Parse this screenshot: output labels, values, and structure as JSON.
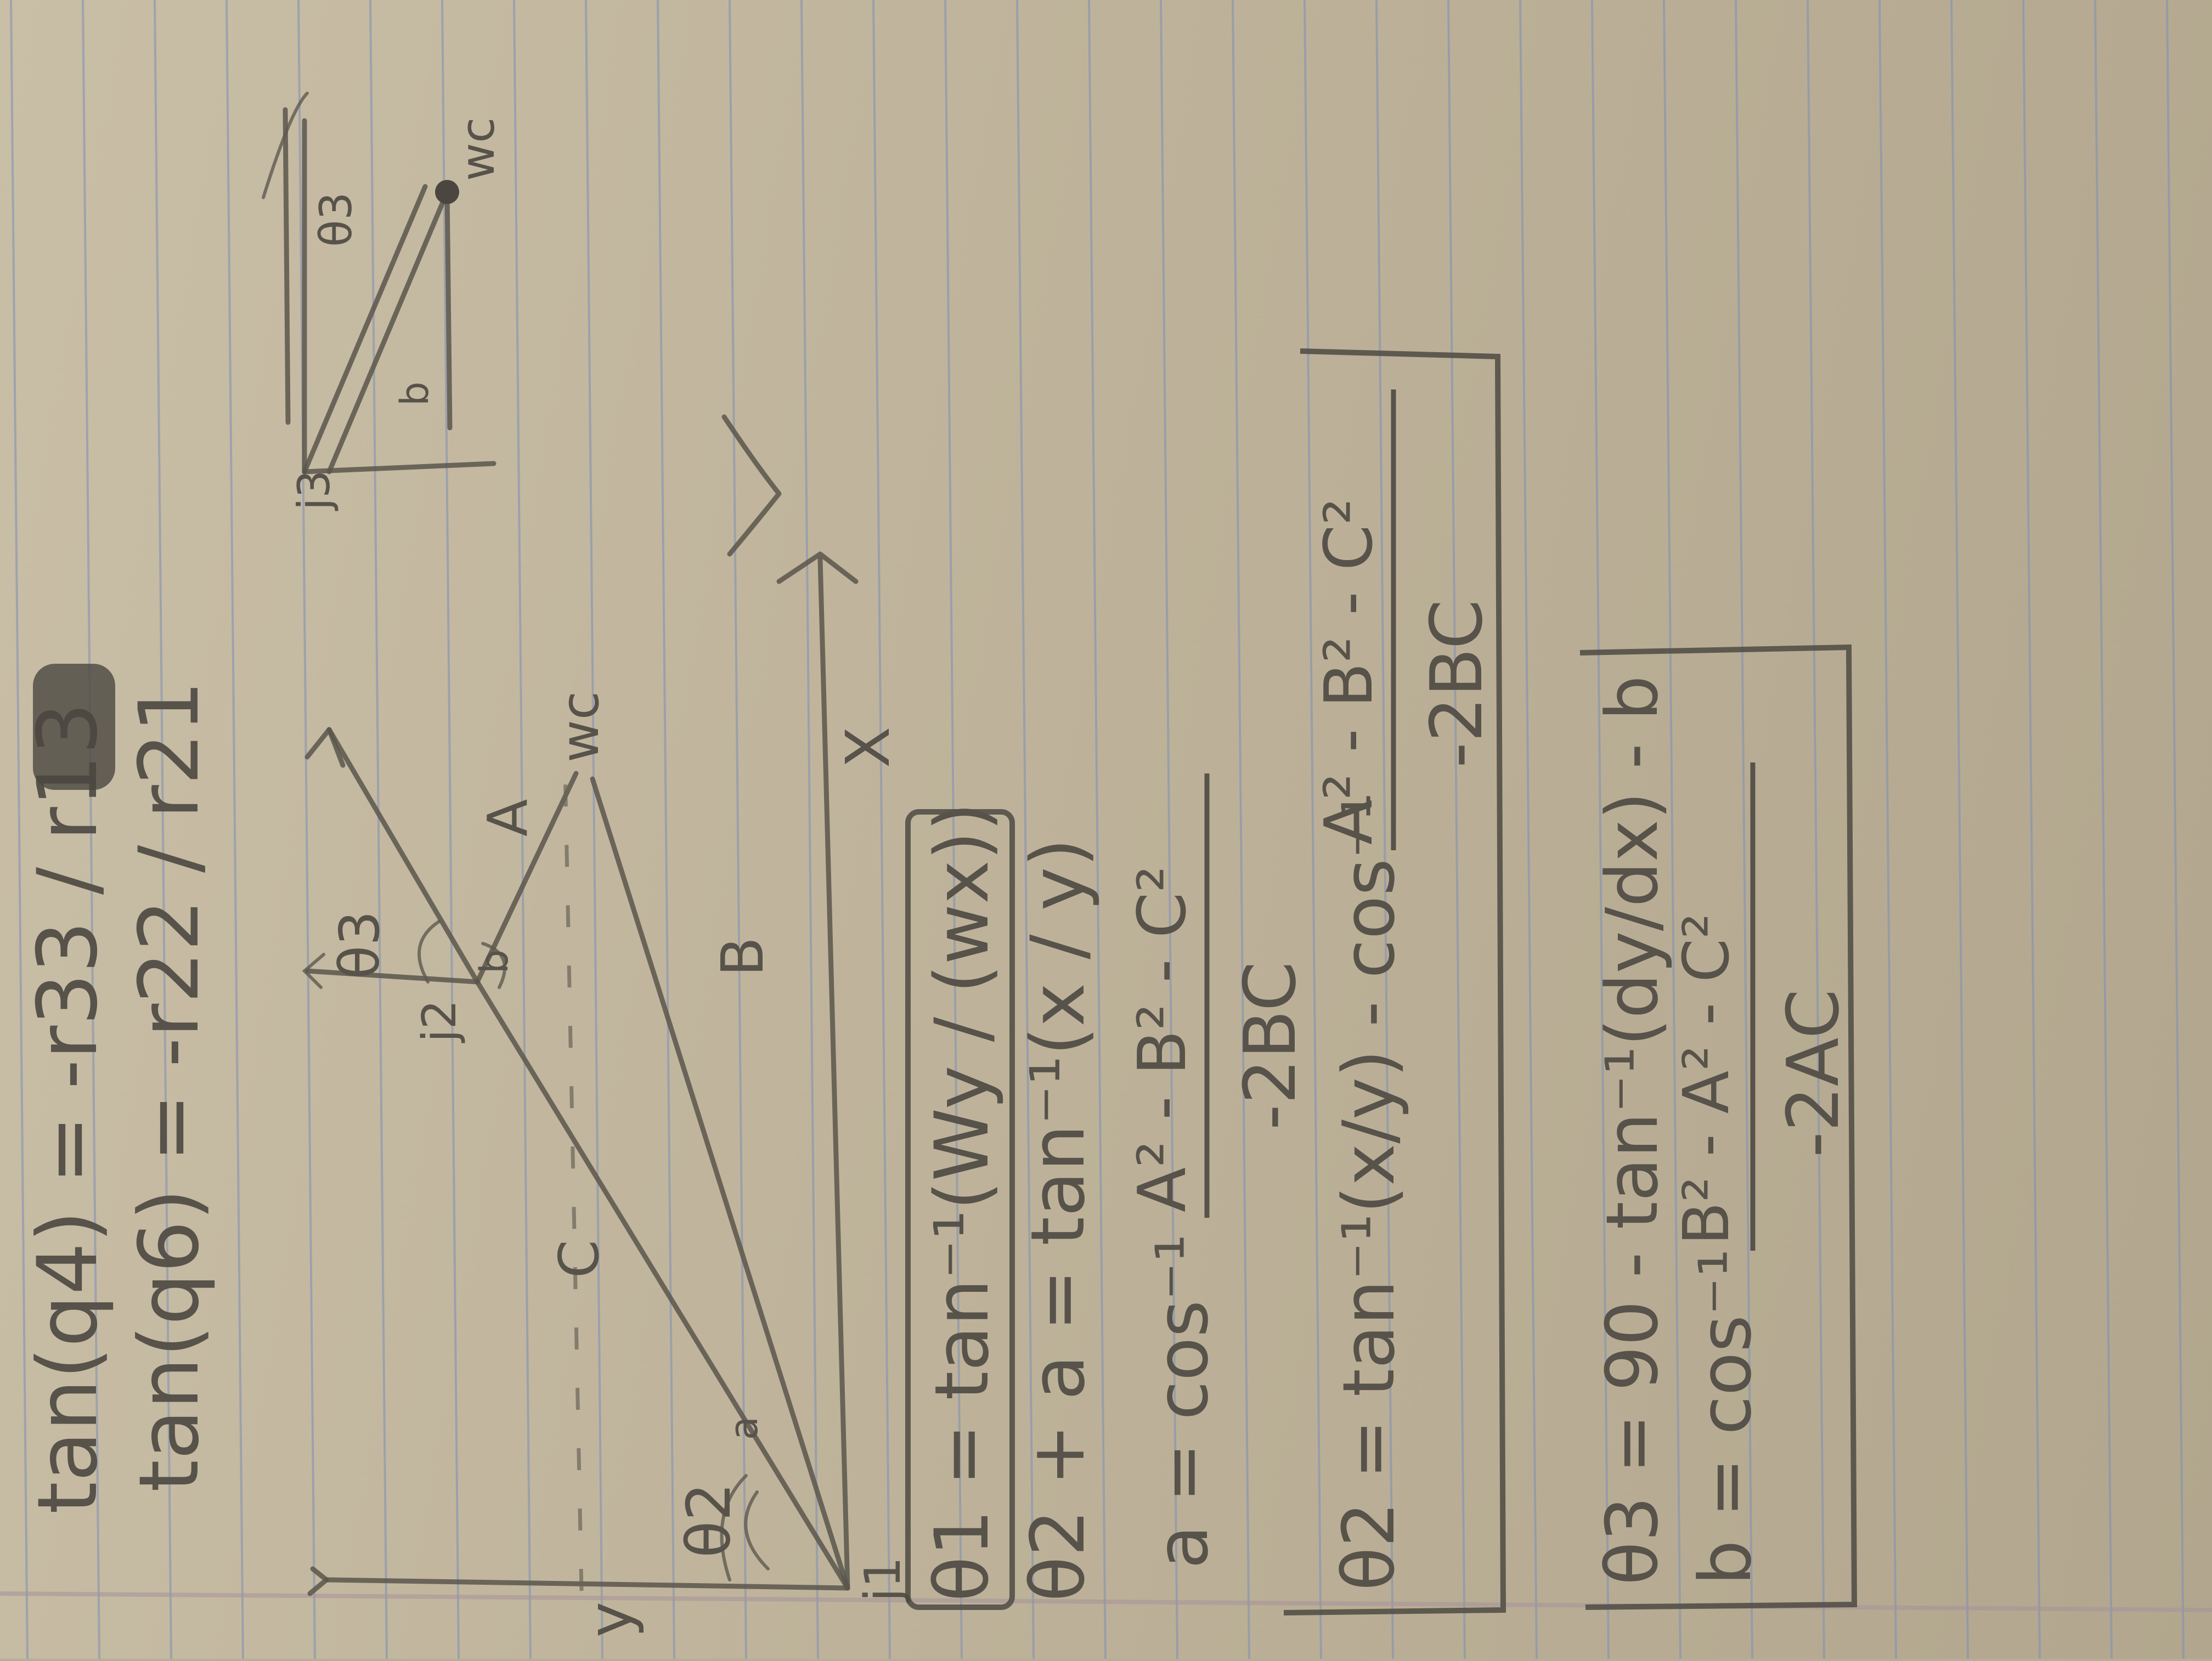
{
  "colors": {
    "paper": "#c3b8a0",
    "rule_line": "#7d8fb6",
    "margin_line": "#a7939b",
    "pencil": "#57524a"
  },
  "header": {
    "line1": "tan(q4) = -r33 / r13",
    "line2": "tan(q6) = -r22 / r21"
  },
  "diagram_main": {
    "joint_j1": "j1",
    "joint_j2": "j2",
    "point_wc": "wc",
    "theta2": "θ2",
    "theta3": "θ3",
    "angle_a": "a",
    "angle_b": "b",
    "side_A": "A",
    "side_B": "B",
    "side_C": "C",
    "axis_x": "X",
    "axis_y": "y"
  },
  "diagram_inset": {
    "joint_j3": "j3",
    "point_wc": "wc",
    "theta3": "θ3",
    "angle_b": "b"
  },
  "equations": {
    "eq1": "θ1 = tan⁻¹(Wy / (wx))",
    "eq2": "θ2 + a = tan⁻¹(x / y)",
    "eq3_lhs": "a = cos⁻¹",
    "eq3_num": "A² - B² - C²",
    "eq3_den": "-2BC",
    "eq4_lhs": "θ2 = tan⁻¹(x/y) - cos⁻¹",
    "eq4_num": "A² - B² - C²",
    "eq4_den": "-2BC",
    "eq5": "θ3 = 90 - tan⁻¹(dy/dx) - b",
    "eq6_lhs": "b = cos⁻¹",
    "eq6_num": "B² - A² - C²",
    "eq6_den": "-2AC"
  }
}
